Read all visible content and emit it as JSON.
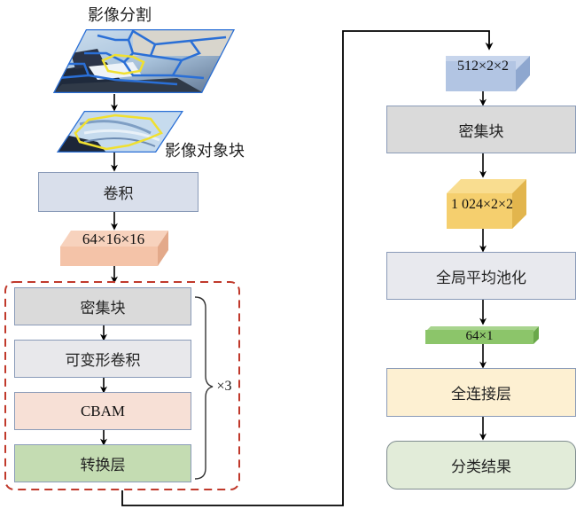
{
  "diagram": {
    "type": "flowchart",
    "colors": {
      "arrow": "#000000",
      "dashed_group_border": "#c0392b",
      "box_border": "#8a9bb8",
      "conv_box": "#d9dfeb",
      "dense_block": "#dadada",
      "deform_conv": "#e8e8eb",
      "cbam": "#f7e0d6",
      "transition": "#c4dcb2",
      "gap": "#e8e9ee",
      "fc": "#fdf0d2",
      "result": "#e2ecd9",
      "tensor_64x16x16": "#f4c3a8",
      "tensor_512x2x2": "#b2c5e3",
      "tensor_1024x2x2": "#f5cf6e",
      "tensor_64x1": "#8cc56a",
      "segmentation_outline": "#2a6fd6",
      "object_outline": "#f0e030"
    },
    "left_column": {
      "segmentation_label": "影像分割",
      "object_label": "影像对象块",
      "conv_label": "卷积",
      "tensor1_label": "64×16×16",
      "group": {
        "repeat_label": "×3",
        "blocks": [
          {
            "label": "密集块",
            "kind": "dense-block"
          },
          {
            "label": "可变形卷积",
            "kind": "deformable-conv"
          },
          {
            "label": "CBAM",
            "kind": "cbam"
          },
          {
            "label": "转换层",
            "kind": "transition-layer"
          }
        ]
      }
    },
    "right_column": {
      "tensor2_label": "512×2×2",
      "dense_label": "密集块",
      "tensor3_label": "1 024×2×2",
      "gap_label": "全局平均池化",
      "tensor4_label": "64×1",
      "fc_label": "全连接层",
      "result_label": "分类结果"
    }
  }
}
